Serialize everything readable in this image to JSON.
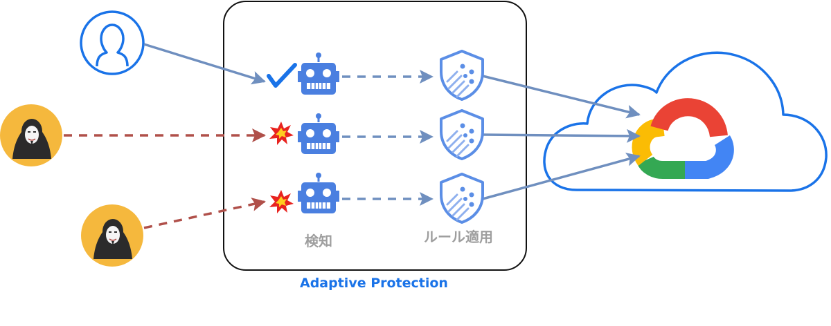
{
  "diagram": {
    "title": "Adaptive Protection",
    "stage_labels": {
      "detect": "検知",
      "apply_rules": "ルール適用"
    },
    "colors": {
      "normal_flow": "#6f8fbf",
      "attack_flow": "#b0504a",
      "box_border": "#111111",
      "user_icon": "#1a73e8",
      "attacker_badge": "#f5b83d",
      "robot": "#4a7fe0",
      "shield": "#5b8ee6",
      "cloud_outline": "#1a73e8",
      "title": "#1a73e8",
      "labels": "#9e9e9e",
      "check": "#1a73e8"
    },
    "actors": [
      {
        "type": "user",
        "icon": "user-icon",
        "verdict": "allowed",
        "verdict_icon": "check-icon"
      },
      {
        "type": "attacker",
        "icon": "anonymous-mask-icon",
        "verdict": "blocked",
        "verdict_icon": "explosion-icon"
      },
      {
        "type": "attacker",
        "icon": "anonymous-mask-icon",
        "verdict": "blocked",
        "verdict_icon": "explosion-icon"
      }
    ],
    "destination": {
      "icon": "google-cloud-logo"
    }
  }
}
